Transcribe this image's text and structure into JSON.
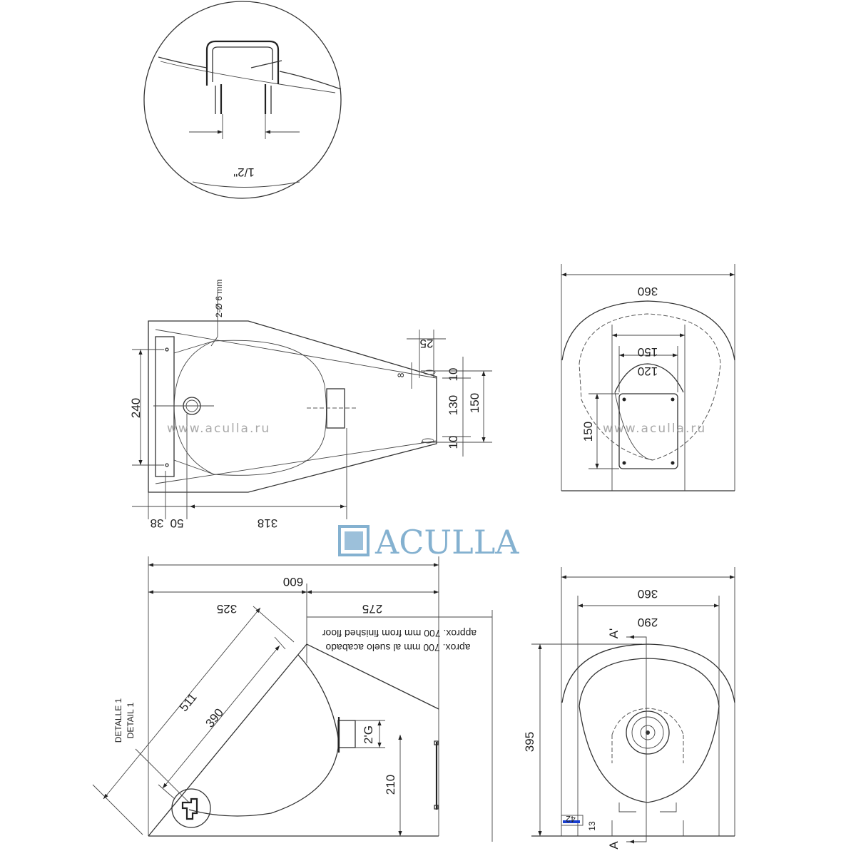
{
  "detail": {
    "thread_size": "1/2\""
  },
  "plan_view": {
    "hole_note": "2-Ø 6 mm",
    "dims": {
      "d240": "240",
      "d25": "25",
      "d8": "8",
      "d10a": "10",
      "d130": "130",
      "d150": "150",
      "d10b": "10",
      "d38": "38",
      "d50": "50",
      "d318": "318"
    }
  },
  "rear_view": {
    "dims": {
      "d360": "360",
      "d150w": "150",
      "d120": "120",
      "d150h": "150"
    }
  },
  "side_view": {
    "dims": {
      "d600": "600",
      "d325": "325",
      "d275": "275",
      "d511": "511",
      "d390": "390",
      "d2g": "2'G",
      "d210": "210"
    },
    "note_en": "approx. 700 mm from finished floor",
    "note_es": "aprox. 700 mm al suelo acabado",
    "detail_ref_1": "DETALLE 1",
    "detail_ref_2": "DETAIL 1"
  },
  "front_view": {
    "dims": {
      "d360": "360",
      "d290": "290",
      "d395": "395",
      "d13": "13",
      "d42": "42"
    },
    "section_top": "A'",
    "section_bottom": "A"
  },
  "watermark": {
    "url_left": "www.aculla.ru",
    "url_right": "www.aculla.ru",
    "brand": "ACULLA",
    "brand_color": "#6fa4c8"
  }
}
